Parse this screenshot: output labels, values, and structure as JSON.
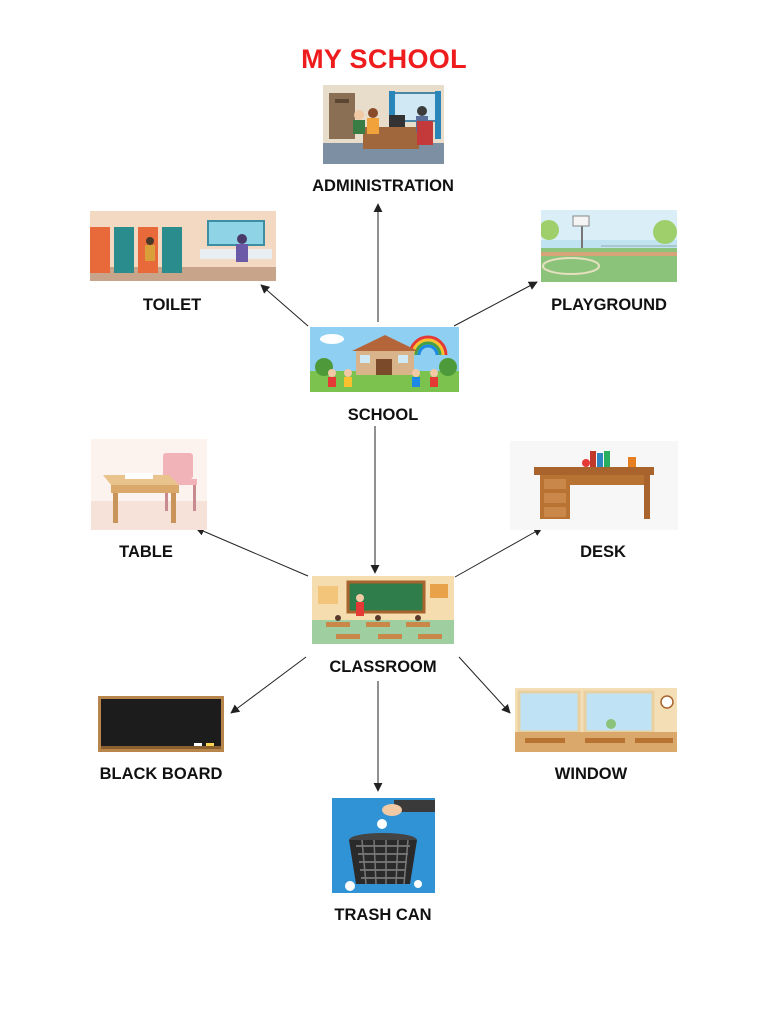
{
  "title": "MY SCHOOL",
  "nodes": {
    "administration": "ADMINISTRATION",
    "toilet": "TOILET",
    "playground": "PLAYGROUND",
    "school": "SCHOOL",
    "table": "TABLE",
    "desk": "DESK",
    "classroom": "CLASSROOM",
    "black_board": "BLACK BOARD",
    "window": "WINDOW",
    "trash_can": "TRASH CAN"
  },
  "edges": [
    [
      "school",
      "administration"
    ],
    [
      "school",
      "toilet"
    ],
    [
      "school",
      "playground"
    ],
    [
      "school",
      "classroom"
    ],
    [
      "classroom",
      "table"
    ],
    [
      "classroom",
      "desk"
    ],
    [
      "classroom",
      "black_board"
    ],
    [
      "classroom",
      "window"
    ],
    [
      "classroom",
      "trash_can"
    ]
  ],
  "colors": {
    "title": "#ee1c1c",
    "label": "#111111",
    "arrow": "#222222"
  }
}
